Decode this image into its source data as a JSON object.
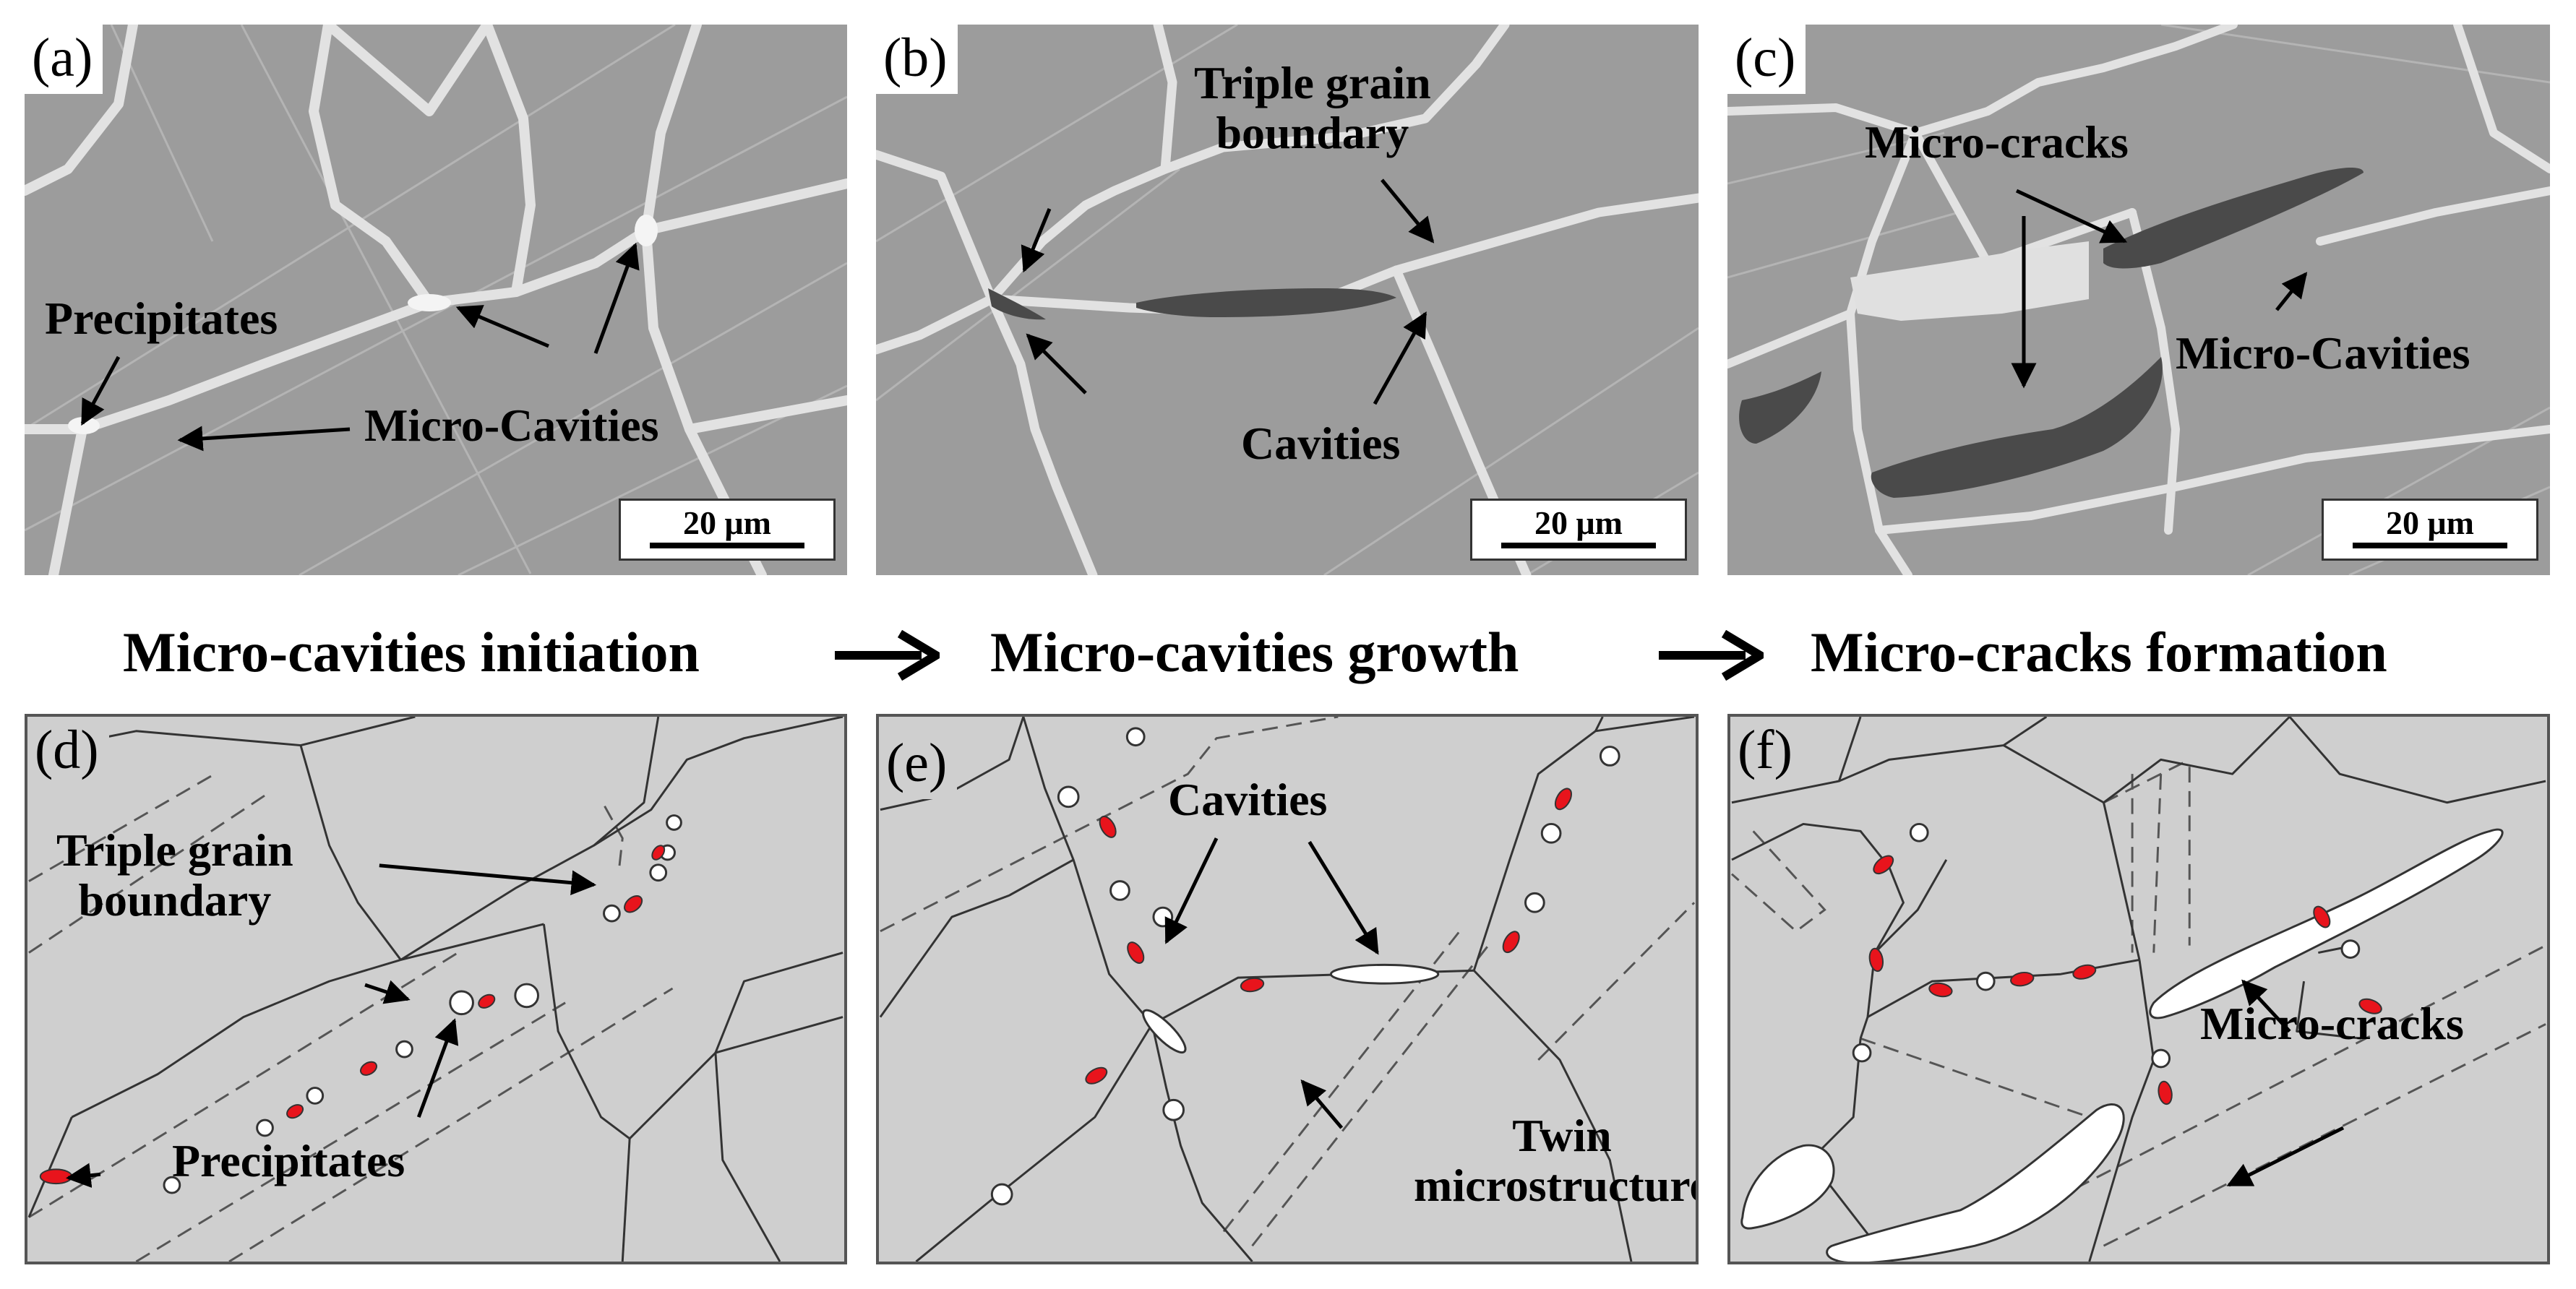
{
  "panels": [
    {
      "tag": "(a)",
      "labels": {
        "precipitates": "Precipitates",
        "micro_cavities": "Micro-Cavities"
      },
      "scale_bar": "20 μm"
    },
    {
      "tag": "(b)",
      "labels": {
        "triple_line1": "Triple grain",
        "triple_line2": "boundary",
        "cavities": "Cavities"
      },
      "scale_bar": "20 μm"
    },
    {
      "tag": "(c)",
      "labels": {
        "micro_cracks": "Micro-cracks",
        "micro_cavities": "Micro-Cavities"
      },
      "scale_bar": "20 μm"
    },
    {
      "tag": "(d)",
      "labels": {
        "triple_line1": "Triple grain",
        "triple_line2": "boundary",
        "precipitates": "Precipitates"
      }
    },
    {
      "tag": "(e)",
      "labels": {
        "cavities": "Cavities",
        "twin_line1": "Twin",
        "twin_line2": "microstructure"
      }
    },
    {
      "tag": "(f)",
      "labels": {
        "micro_cracks": "Micro-cracks"
      }
    }
  ],
  "stages": [
    "Micro-cavities initiation",
    "Micro-cavities growth",
    "Micro-cracks formation"
  ],
  "colors": {
    "precipitate": "#e8141c",
    "cavity": "#ffffff",
    "sem_background": "#9c9c9c",
    "schematic_background": "#cfcfcf"
  }
}
